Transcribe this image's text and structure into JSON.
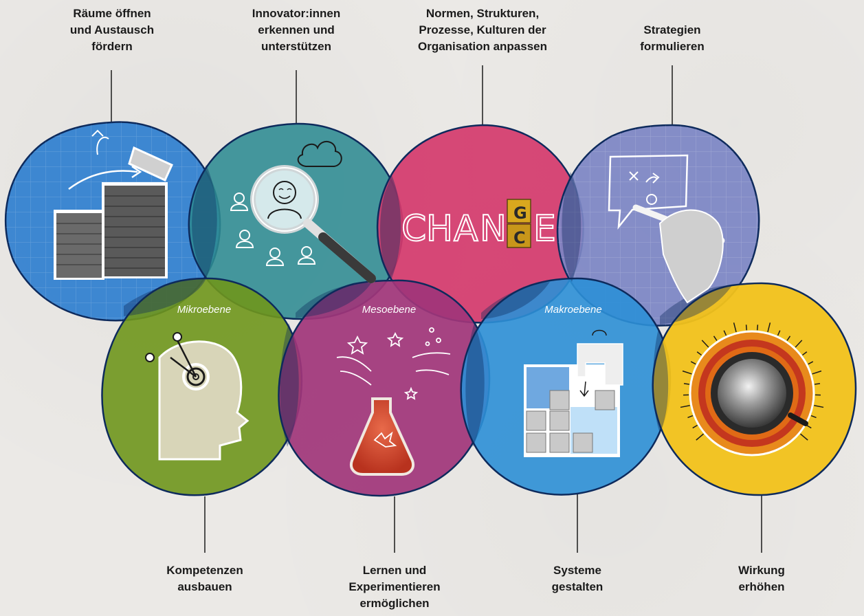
{
  "top_labels": [
    {
      "id": "raeume",
      "text": "Räume öffnen\nund Austausch\nfördern"
    },
    {
      "id": "innovator",
      "text": "Innovator:innen\nerkennen und\nunterstützen"
    },
    {
      "id": "normen",
      "text": "Normen, Strukturen,\nProzesse, Kulturen der\nOrganisation anpassen"
    },
    {
      "id": "strategien",
      "text": "Strategien\nformulieren"
    }
  ],
  "bottom_labels": [
    {
      "id": "kompetenzen",
      "text": "Kompetenzen\nausbauen"
    },
    {
      "id": "lernen",
      "text": "Lernen und\nExperimentieren\nermöglichen"
    },
    {
      "id": "systeme",
      "text": "Systeme\ngestalten"
    },
    {
      "id": "wirkung",
      "text": "Wirkung\nerhöhen"
    }
  ],
  "levels": {
    "mikro": "Mikroebene",
    "meso": "Mesoebene",
    "makro": "Makroebene"
  },
  "change_word": {
    "letters": [
      "C",
      "H",
      "A",
      "N",
      "E"
    ],
    "cube_top": "G",
    "cube_bottom": "C"
  },
  "colors": {
    "blue": "#2f7fcf",
    "teal": "#2e8b92",
    "pink": "#d43a6c",
    "lavender": "#7c86c4",
    "green": "#6f961c",
    "magenta": "#a0357a",
    "azure": "#2c8fd6",
    "yellow": "#f2c21a",
    "outline": "#0d2a5c"
  }
}
